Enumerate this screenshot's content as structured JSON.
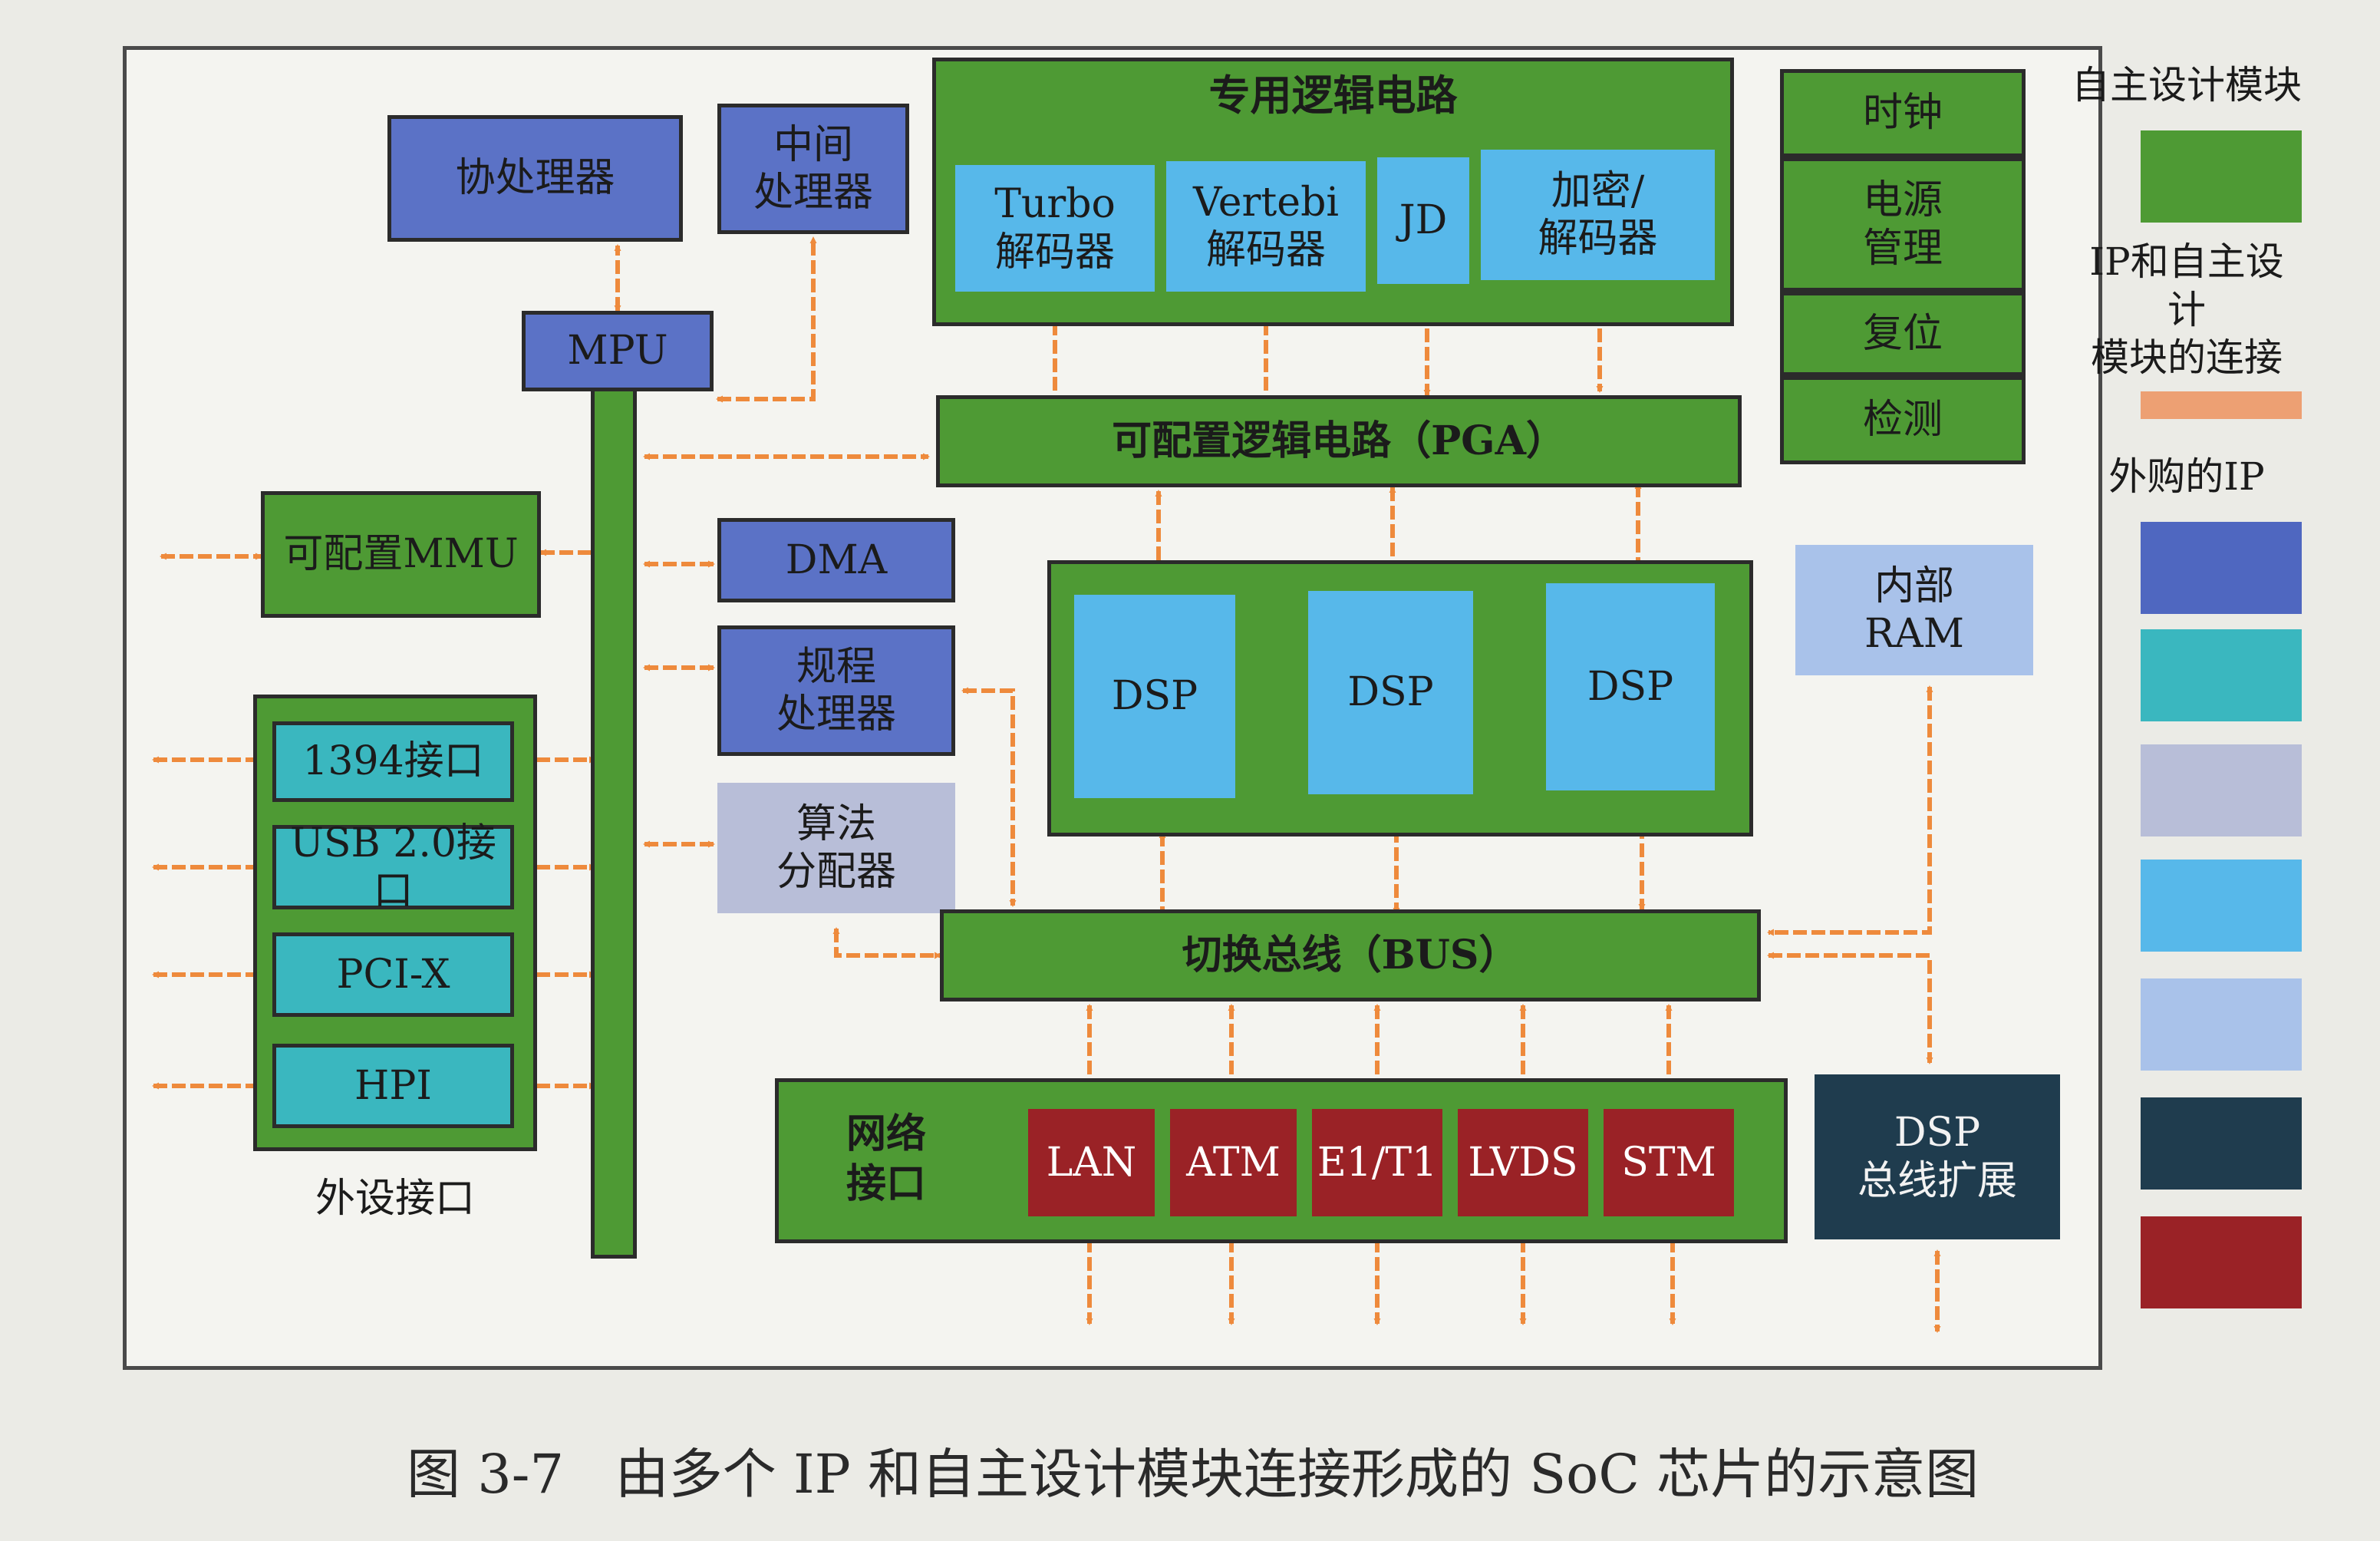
{
  "blocks": {
    "coprocessor": "协处理器",
    "mid_processor": "中间\n处理器",
    "mpu": "MPU",
    "mmu": "可配置MMU",
    "dma": "DMA",
    "rule_processor": "规程\n处理器",
    "algo_allocator": "算法\n分配器",
    "dedicated_logic": {
      "title": "专用逻辑电路",
      "turbo": "Turbo\n解码器",
      "vertebi": "Vertebi\n解码器",
      "jd": "JD",
      "crypto": "加密/\n解码器"
    },
    "pga": "可配置逻辑电路（PGA）",
    "dsp1": "DSP",
    "dsp2": "DSP",
    "dsp3": "DSP",
    "bus": "切换总线（BUS）",
    "peripheral": {
      "caption": "外设接口",
      "p1394": "1394接口",
      "usb": "USB 2.0接口",
      "pcix": "PCI-X",
      "hpi": "HPI"
    },
    "network": {
      "title": "网络\n接口",
      "lan": "LAN",
      "atm": "ATM",
      "e1t1": "E1/T1",
      "lvds": "LVDS",
      "stm": "STM"
    },
    "right_column": {
      "clock": "时钟",
      "power": "电源\n管理",
      "reset": "复位",
      "detect": "检测"
    },
    "internal_ram": "内部\nRAM",
    "dsp_bus_ext": "DSP\n总线扩展"
  },
  "legend": {
    "self_designed": "自主设计模块",
    "connection": "IP和自主设计\n模块的连接",
    "purchased_ip": "外购的IP"
  },
  "colors": {
    "self_designed": "#4e9a34",
    "connection": "#eda073",
    "ip_colors": [
      "#4f67c0",
      "#3ab7bf",
      "#b8bed8",
      "#57b8ea",
      "#a9c2ea",
      "#1f3c4e",
      "#9a2226"
    ]
  },
  "caption": "图 3-7   由多个 IP 和自主设计模块连接形成的 SoC 芯片的示意图"
}
